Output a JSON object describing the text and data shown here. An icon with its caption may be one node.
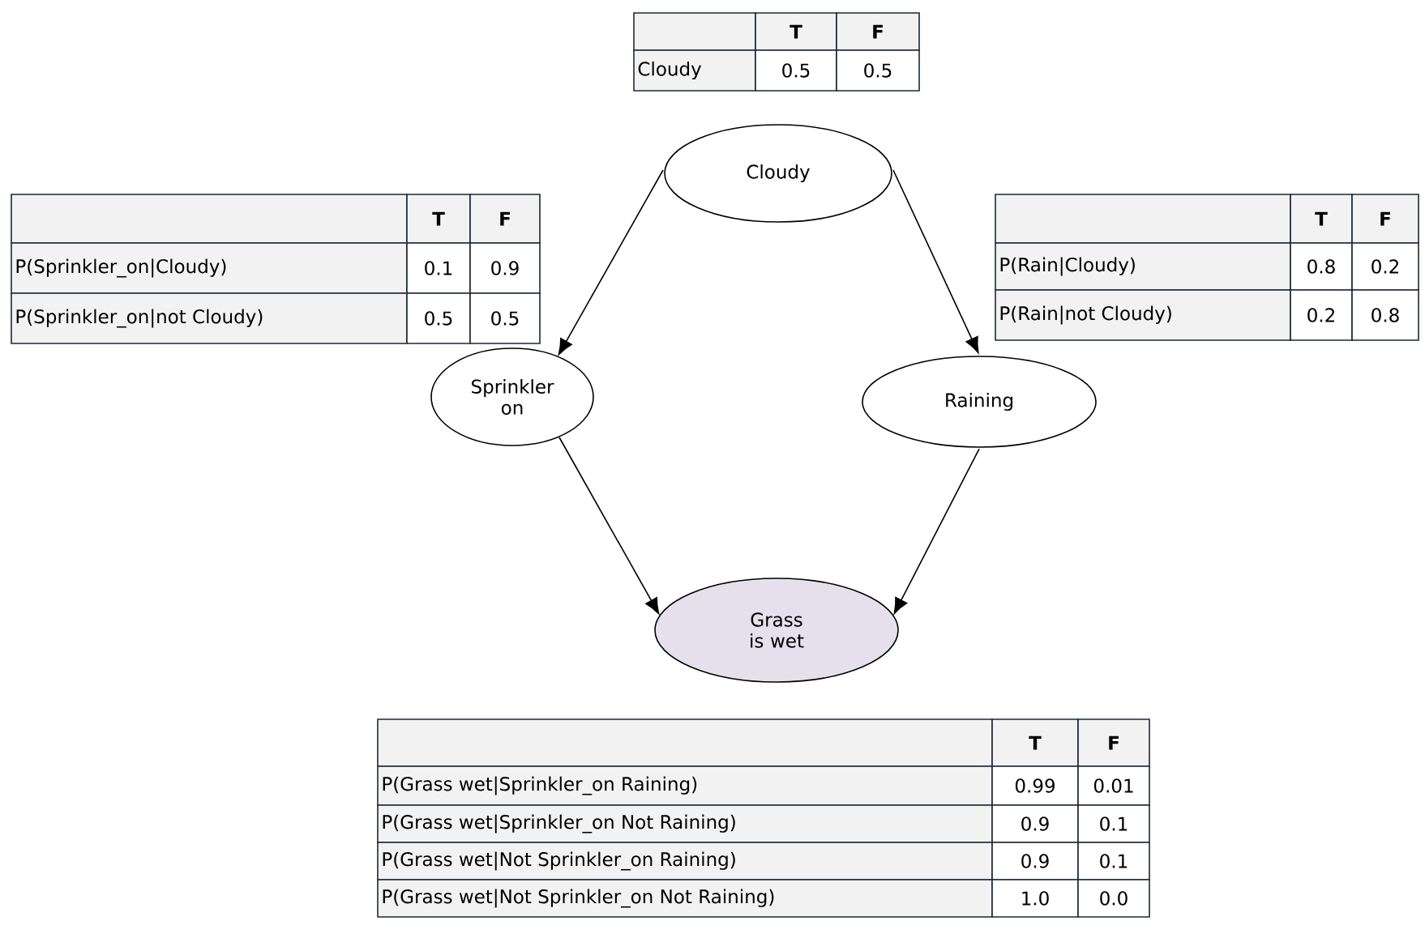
{
  "diagram": {
    "nodes": [
      {
        "text": [
          "Cloudy"
        ]
      },
      {
        "text": [
          "Sprinkler on"
        ]
      },
      {
        "text": [
          "Raining"
        ]
      },
      {
        "text": [
          "Grass is wet"
        ]
      }
    ],
    "edges": [
      {
        "from": 0,
        "to": 1,
        "arrow": "to"
      },
      {
        "from": 0,
        "to": 2,
        "arrow": "to"
      },
      {
        "from": 1,
        "to": 3,
        "arrow": "to"
      },
      {
        "from": 2,
        "to": 3,
        "arrow": "to"
      }
    ],
    "labels": [
      "T",
      "F",
      "Cloudy",
      "0.5",
      "0.5",
      "T",
      "F",
      "P(Sprinkler_on|Cloudy)",
      "0.1",
      "0.9",
      "P(Sprinkler_on|not Cloudy)",
      "0.5",
      "0.5",
      "T",
      "F",
      "P(Rain|Cloudy)",
      "0.8",
      "0.2",
      "P(Rain|not Cloudy)",
      "0.2",
      "0.8",
      "T",
      "F",
      "P(Grass wet|Sprinkler_on Raining)",
      "0.99",
      "0.01",
      "P(Grass wet|Sprinkler_on Not Raining)",
      "0.9",
      "0.1",
      "P(Grass wet|Not Sprinkler_on Raining)",
      "0.9",
      "0.1",
      "P(Grass wet|Not Sprinkler_on Not Raining)",
      "1.0",
      "0.0"
    ]
  }
}
